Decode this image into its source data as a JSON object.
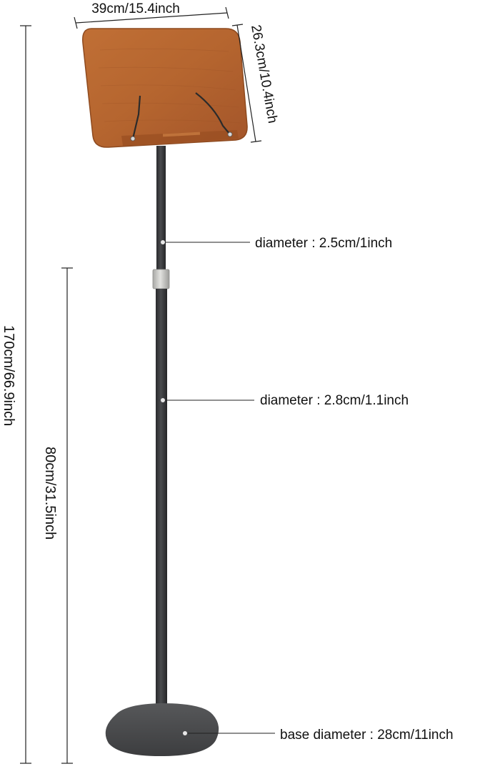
{
  "dimensions": {
    "width_label": "39cm/15.4inch",
    "depth_label": "26.3cm/10.4inch",
    "total_height_label": "170cm/66.9inch",
    "lower_height_label": "80cm/31.5inch",
    "upper_tube_label": "diameter : 2.5cm/1inch",
    "lower_tube_label": "diameter : 2.8cm/1.1inch",
    "base_label": "base diameter : 28cm/11inch"
  },
  "colors": {
    "wood": "#b5652f",
    "wood_dark": "#8e4a1f",
    "pole": "#3a3b3d",
    "collar": "#c9c9c6",
    "base": "#4a4b4d",
    "line": "#222222"
  }
}
